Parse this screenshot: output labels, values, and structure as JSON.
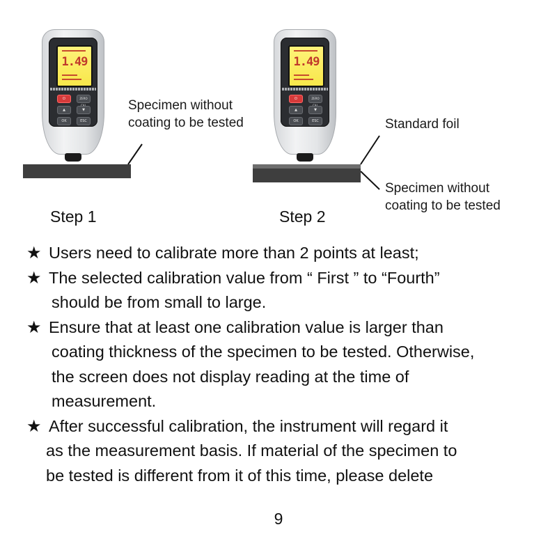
{
  "figure": {
    "step1": {
      "label": "Step 1",
      "callout_lines": [
        "Specimen without",
        "coating to be tested"
      ],
      "gauge_reading": "1.49"
    },
    "step2": {
      "label": "Step 2",
      "foil_label": "Standard foil",
      "callout_lines": [
        "Specimen without",
        "coating to be tested"
      ],
      "gauge_reading": "1.49"
    },
    "gauge_buttons": {
      "power": "⏻",
      "zero": "ZERO CAL",
      "up": "▲",
      "down": "▼",
      "ok": "OK",
      "esc": "ESC"
    }
  },
  "bullets": [
    {
      "lines": [
        "Users need to calibrate more than 2 points at least;"
      ]
    },
    {
      "lines": [
        "The selected calibration value from “ First ” to “Fourth”",
        "should be from small to large."
      ]
    },
    {
      "lines": [
        "Ensure that at least one calibration value is larger than",
        "coating thickness of the specimen to be tested. Otherwise,",
        "the screen does not display reading at the time of",
        "measurement."
      ]
    },
    {
      "lines": [
        "After successful calibration, the instrument will regard it",
        "as the measurement basis. If material of the specimen to",
        "be tested is different from it of this time, please delete"
      ]
    }
  ],
  "bullet_symbol": "★",
  "page_number": "9",
  "colors": {
    "specimen": "#3e3e3e",
    "foil": "#6e6e6e",
    "gauge_screen": "#f7e74a",
    "power_button": "#d63a3a"
  }
}
